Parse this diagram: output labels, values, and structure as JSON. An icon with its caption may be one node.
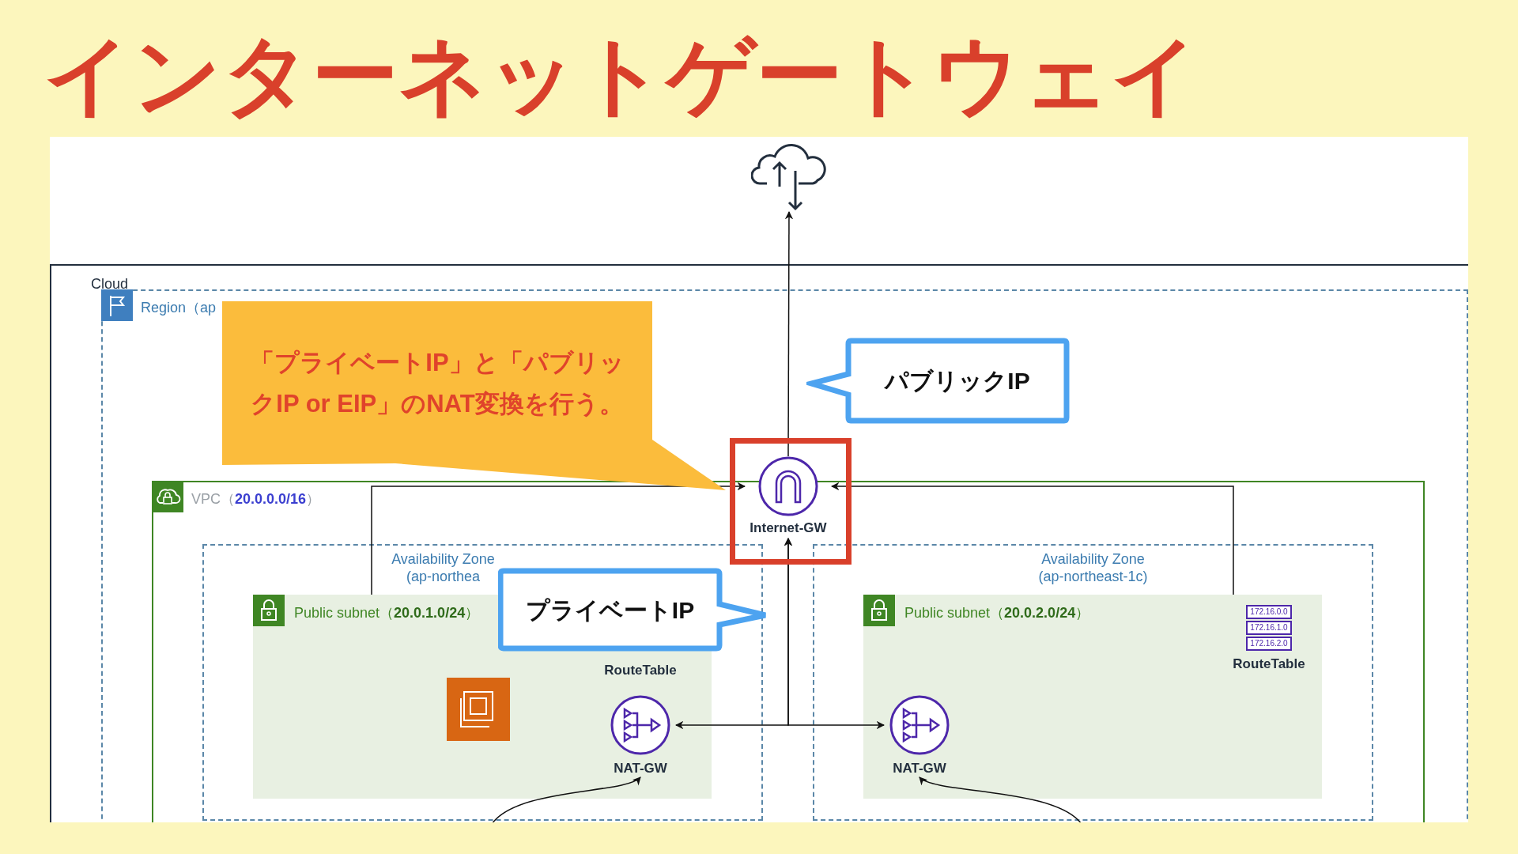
{
  "diagram": {
    "title": "インターネットゲートウェイ",
    "nodes": [
      {
        "text": [],
        "shape": "cloud"
      },
      {
        "text": [
          "Cloud"
        ]
      },
      {
        "text": [
          "Region（ap"
        ],
        "in": 1
      },
      {
        "text": [
          "「プライベートIP」と「パブリックIP or EIP」のNAT変換を行う。"
        ],
        "in": 2
      },
      {
        "text": [
          "パブリックIP"
        ],
        "in": 2
      },
      {
        "text": [],
        "shape": "box",
        "in": 2
      },
      {
        "text": [
          "Internet-GW"
        ],
        "in": 5
      },
      {
        "text": [
          "VPC（**20.0.0.0/16**）"
        ],
        "in": 2
      },
      {
        "text": [
          "Availability Zone (ap-northea"
        ],
        "in": 7
      },
      {
        "text": [
          "Public subnet（**20.0.1.0/24**）"
        ],
        "in": 8
      },
      {
        "text": [],
        "shape": "box",
        "in": 9
      },
      {
        "text": [
          "RouteTable"
        ],
        "in": 9
      },
      {
        "text": [
          "NAT-GW"
        ],
        "in": 9
      },
      {
        "text": [
          "プライベートIP"
        ],
        "in": 8
      },
      {
        "text": [
          "Availability Zone (ap-northeast-1c)"
        ],
        "in": 7
      },
      {
        "text": [
          "Public subnet（**20.0.2.0/24**）"
        ],
        "in": 14
      },
      {
        "text": [
          "RouteTable"
        ],
        "in": 15
      },
      {
        "text": [
          "NAT-GW"
        ],
        "in": 15
      }
    ],
    "edges": [
      {
        "from": 6,
        "to": 0,
        "arrow": "to"
      },
      {
        "from": 9,
        "to": 6,
        "arrow": "to"
      },
      {
        "from": 15,
        "to": 6,
        "arrow": "to"
      },
      {
        "from": 6,
        "to": 12,
        "arrow": "both"
      },
      {
        "from": 6,
        "to": 17,
        "arrow": "both"
      },
      {
        "from": null,
        "to": 12,
        "arrow": "to"
      },
      {
        "from": null,
        "to": 17,
        "arrow": "to"
      }
    ],
    "labels": [
      "172.16.0.0",
      "172.16.1.0",
      "172.16.2.0"
    ]
  }
}
